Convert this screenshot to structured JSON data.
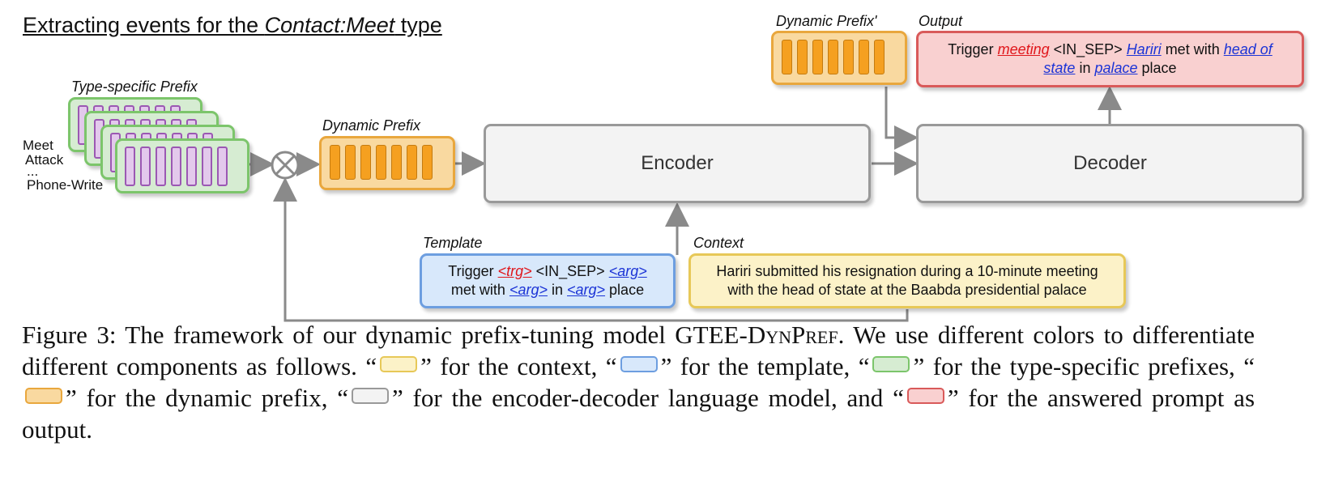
{
  "diagram": {
    "title_prefix": "Extracting events for the ",
    "title_type": "Contact:Meet",
    "title_suffix": " type",
    "type_specific_prefix_label": "Type-specific Prefix",
    "event_types": [
      "Meet",
      "Attack",
      "...",
      "Phone-Write"
    ],
    "dynamic_prefix_label": "Dynamic Prefix",
    "dynamic_prefix2_label": "Dynamic Prefix'",
    "output_label": "Output",
    "encoder_label": "Encoder",
    "decoder_label": "Decoder",
    "template_label": "Template",
    "context_label": "Context",
    "combine_symbol": "⊗",
    "template_text": {
      "w1": "Trigger ",
      "trg": "<trg>",
      "w2": " <IN_SEP> ",
      "arg1": "<arg>",
      "w3": "met with ",
      "arg2": "<arg>",
      "w4": " in ",
      "arg3": "<arg>",
      "w5": " place"
    },
    "context_text": {
      "line1": "Hariri submitted his resignation during a 10-minute meeting",
      "line2": "with the head of state at the Baabda presidential palace"
    },
    "output_text": {
      "w1": "Trigger ",
      "trg": "meeting",
      "w2": " <IN_SEP> ",
      "a1": "Hariri",
      "w3": " met with ",
      "a2a": "head of",
      "a2b": "state",
      "w4": " in ",
      "a3": "palace",
      "w5": " place"
    }
  },
  "caption": {
    "p1": "Figure 3: The framework of our dynamic prefix-tuning model GTEE-",
    "p2_sc": "DynPref",
    "p3": ". We use different colors to differentiate different components as follows. “",
    "p4": "” for the context, “",
    "p5": "” for the template, “",
    "p6": "” for the type-specific prefixes, “",
    "p7": "” for the dynamic prefix, “",
    "p8": "” for the encoder-decoder language model, and “",
    "p9": "” for the answered prompt as output."
  },
  "colors": {
    "context": "#fcf2c8",
    "template": "#d8e8fb",
    "type_specific": "#d6ecd2",
    "dynamic_prefix": "#f9d9a0",
    "encoder_decoder": "#f3f3f3",
    "output": "#f9d0d0",
    "trigger_text": "#e0161b",
    "argument_text": "#1c34d6",
    "arrow": "#8a8a8a"
  }
}
